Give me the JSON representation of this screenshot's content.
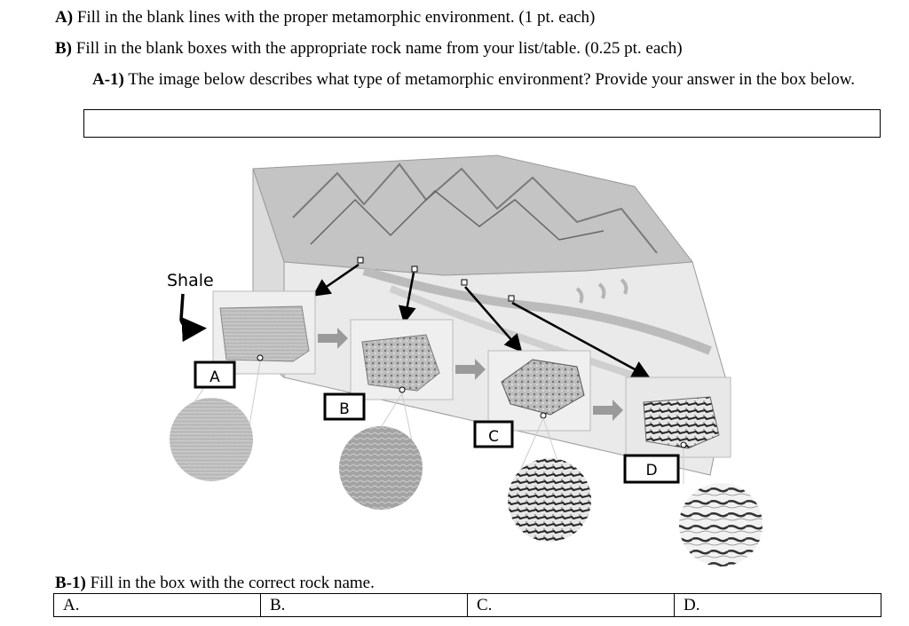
{
  "instructions": {
    "a_label": "A)",
    "a_text": " Fill in the blank lines with the proper metamorphic environment. (1 pt. each)",
    "b_label": "B)",
    "b_text": " Fill in the blank boxes with the appropriate rock name from your list/table. (0.25 pt. each)"
  },
  "question_a1": {
    "label": "A-1)",
    "text": " The image below describes what type of metamorphic environment? Provide your answer in the box below."
  },
  "diagram": {
    "parent_rock_label": "Shale",
    "box_labels": [
      "A",
      "B",
      "C",
      "D"
    ]
  },
  "question_b1": {
    "label": "B-1)",
    "text": " Fill in the box with the correct rock name."
  },
  "answer_cells": [
    "A.",
    "B.",
    "C.",
    "D."
  ],
  "colors": {
    "text": "#000000",
    "arrow_gray": "#9a9a9a",
    "landscape": "#b8b8b8"
  }
}
